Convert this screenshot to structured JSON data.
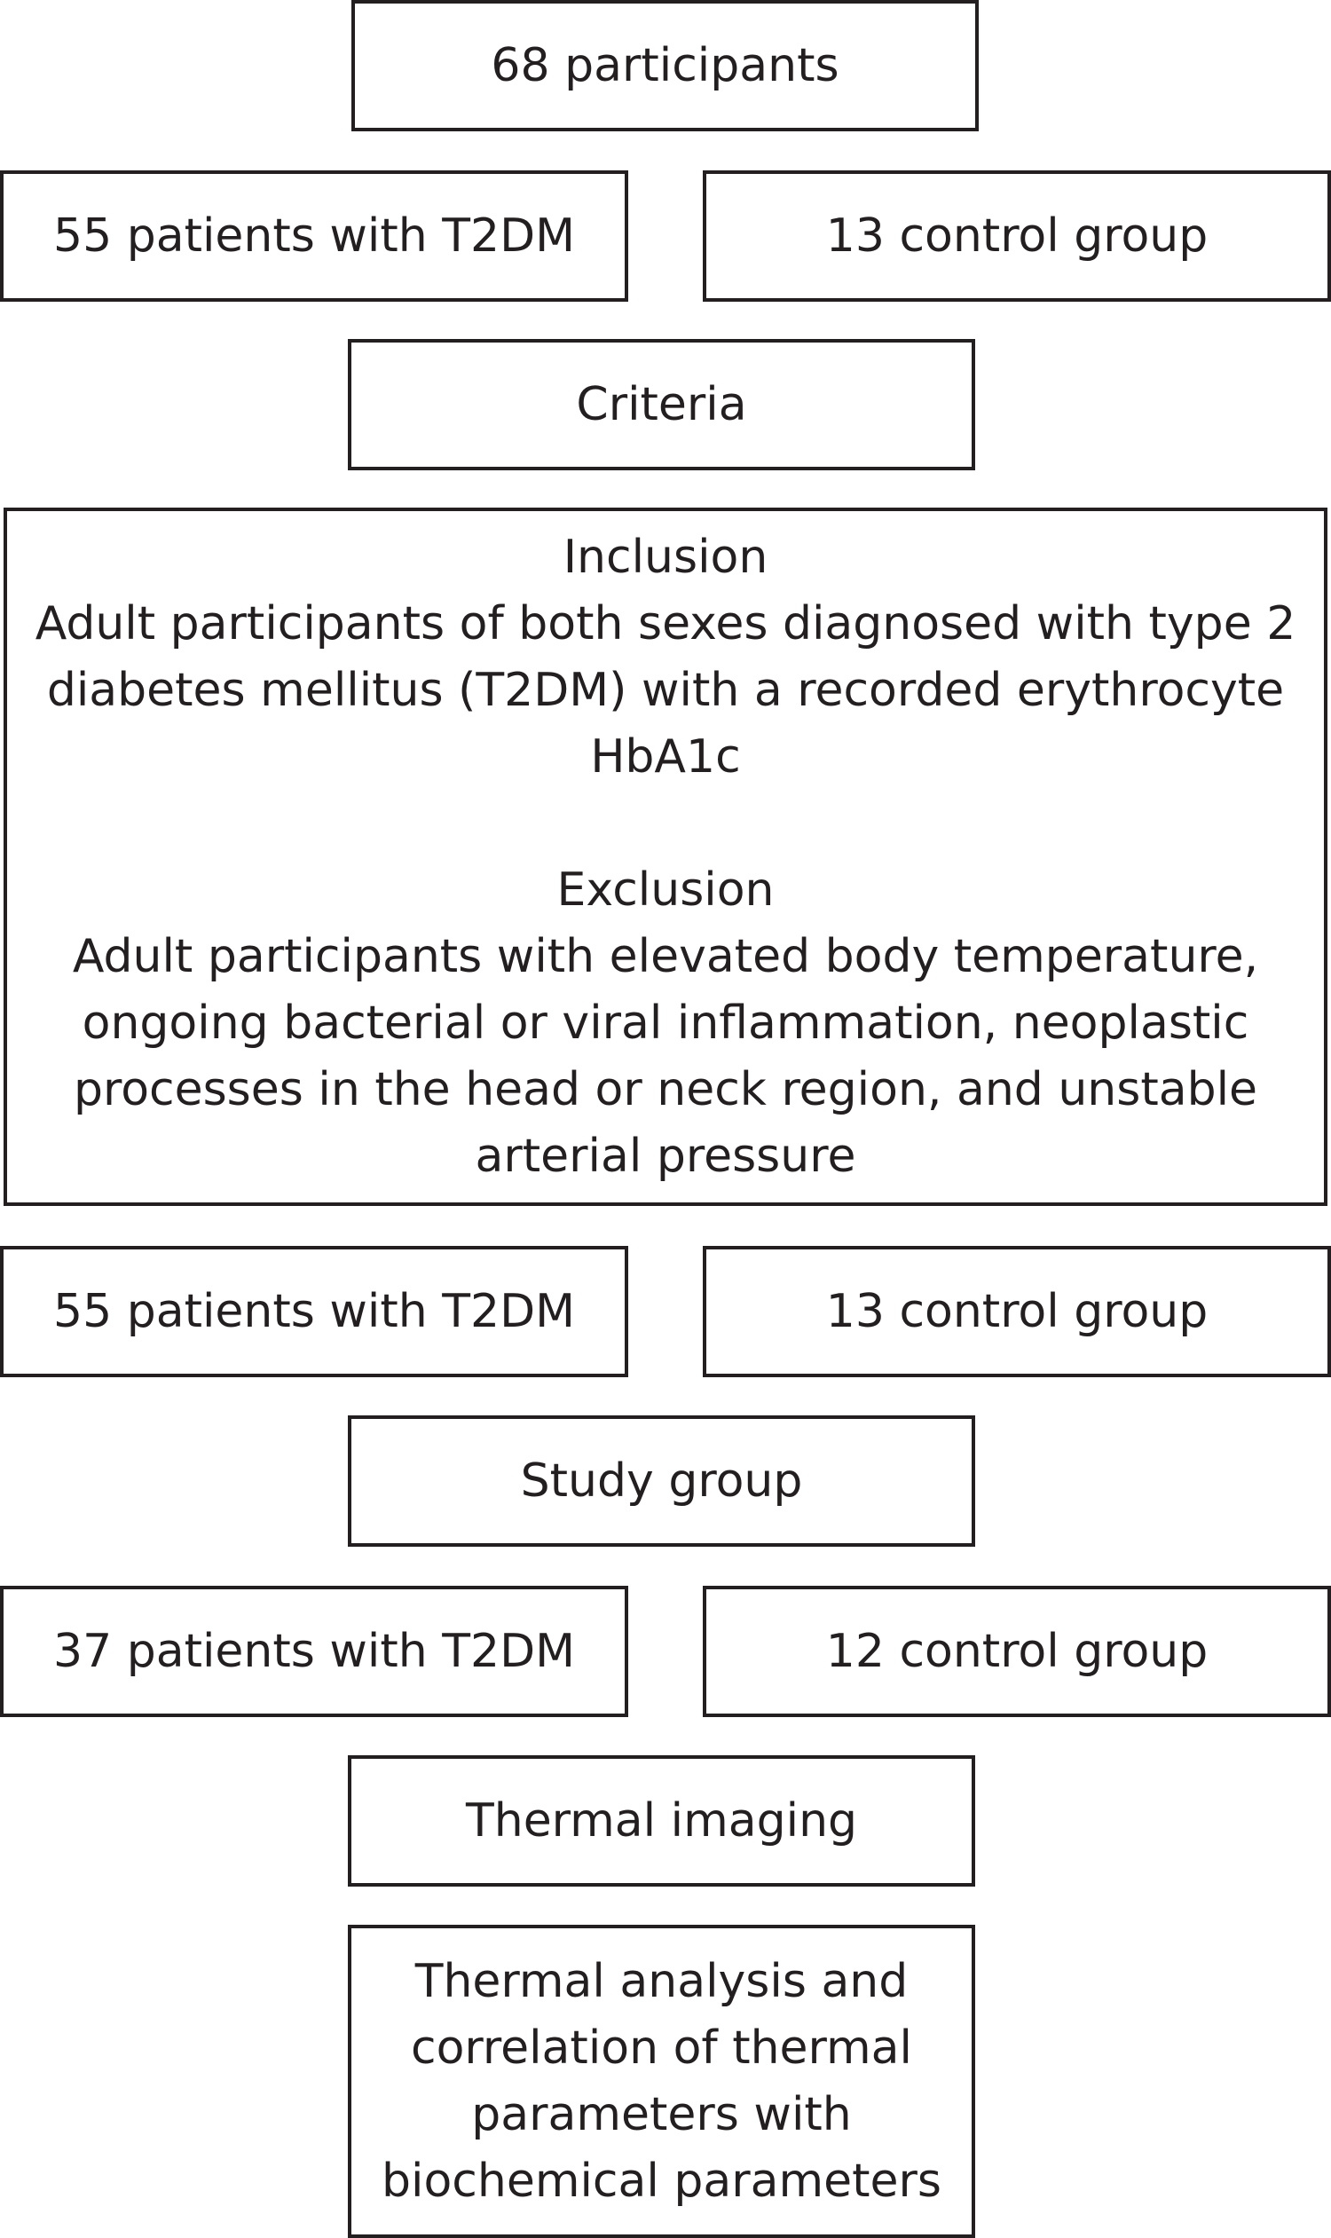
{
  "flowchart": {
    "total": "68 participants",
    "row1": {
      "left": "55 patients with T2DM",
      "right": "13 control group"
    },
    "criteria_header": "Criteria",
    "criteria": {
      "inclusion_heading": "Inclusion",
      "inclusion_lines": [
        "Adult participants of both sexes diagnosed with type 2",
        "diabetes mellitus (T2DM) with a recorded erythrocyte",
        "HbA1c"
      ],
      "exclusion_heading": "Exclusion",
      "exclusion_lines": [
        "Adult participants with elevated body temperature,",
        "ongoing bacterial or viral inflammation, neoplastic",
        "processes in the head or neck region, and unstable",
        "arterial pressure"
      ]
    },
    "row2": {
      "left": "55 patients with T2DM",
      "right": "13 control group"
    },
    "study_group": "Study group",
    "row3": {
      "left": "37 patients with T2DM",
      "right": "12 control group"
    },
    "thermal_imaging": "Thermal imaging",
    "final_lines": [
      "Thermal analysis and",
      "correlation of thermal",
      "parameters with",
      "biochemical parameters"
    ]
  }
}
